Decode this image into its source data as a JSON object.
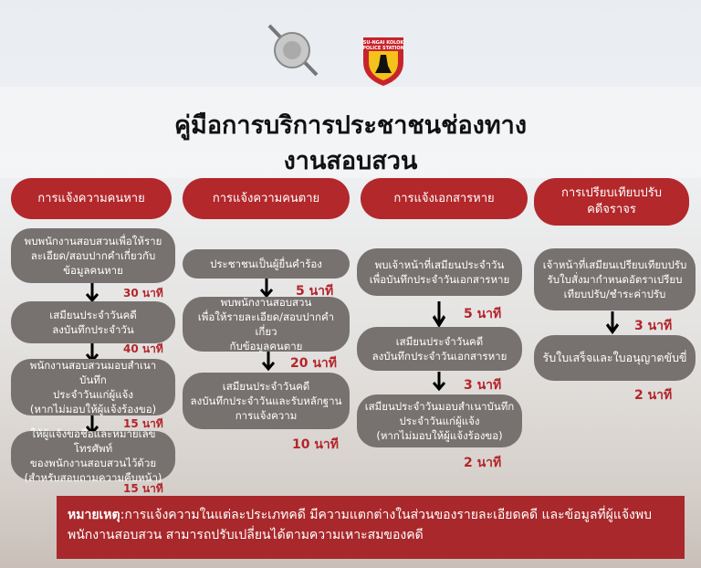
{
  "logos": {
    "station_badge_text": "SU-NGAI KOLOK POLICE STATION"
  },
  "title": {
    "line1": "คู่มือการบริการประชาชนช่องทาง",
    "line2": "งานสอบสวน"
  },
  "columns": [
    {
      "header": "การแจ้งความคนหาย",
      "steps": [
        {
          "text": "พบพนักงานสอบสวนเพื่อให้ราย\nละเอียด/สอบปากคำเกี่ยวกับ\nข้อมูลคนหาย",
          "time": "30 นาที"
        },
        {
          "text": "เสมียนประจำวันคดี\nลงบันทึกประจำวัน",
          "time": "40 นาที"
        },
        {
          "text": "พนักงานสอบสวนมอบสำเนาบันทึก\nประจำวันแก่ผู้แจ้ง\n(หากไม่มอบให้ผู้แจ้งร้องขอ)",
          "time": "15 นาที"
        },
        {
          "text": "ให้ผู้แจ้งขอชื่อและหมายเลขโทรศัพท์\nของพนักงานสอบสวนไว้ด้วย\n(สำหรับสอบถามความคืบหน้า)",
          "time": "15 นาที"
        }
      ]
    },
    {
      "header": "การแจ้งความคนตาย",
      "steps": [
        {
          "text": "ประชาชนเป็นผู้ยื่นคำร้อง",
          "time": "5 นาที"
        },
        {
          "text": "พบพนักงานสอบสวน\nเพื่อให้รายละเอียด/สอบปากคำเกี่ยว\nกับข้อมูลคนตาย",
          "time": "20 นาที"
        },
        {
          "text": "เสมียนประจำวันคดี\nลงบันทึกประจำวันและรับหลักฐาน\nการแจ้งความ",
          "time": "10 นาที"
        }
      ]
    },
    {
      "header": "การแจ้งเอกสารหาย",
      "steps": [
        {
          "text": "พบเจ้าหน้าที่เสมียนประจำวัน\nเพื่อบันทึกประจำวันเอกสารหาย",
          "time": "5 นาที"
        },
        {
          "text": "เสมียนประจำวันคดี\nลงบันทึกประจำวันเอกสารหาย",
          "time": "3 นาที"
        },
        {
          "text": "เสมียนประจำวันมอบสำเนาบันทึก\nประจำวันแก่ผู้แจ้ง\n(หากไม่มอบให้ผู้แจ้งร้องขอ)",
          "time": "2 นาที"
        }
      ]
    },
    {
      "header": "การเปรียบเทียบปรับ\nคดีจราจร",
      "steps": [
        {
          "text": "เจ้าหน้าที่เสมียนเปรียบเทียบปรับ\nรับใบสั่งมากำหนดอัตราเปรียบ\nเทียบปรับ/ชำระค่าปรับ",
          "time": "3 นาที"
        },
        {
          "text": "รับใบเสร็จและใบอนุญาตขับขี่",
          "time": "2 นาที"
        }
      ]
    }
  ],
  "note": {
    "label": "หมายเหตุ",
    "text": ":การแจ้งความในแต่ละประเภทคดี มีความแตกต่างในส่วนของรายละเอียดคดี และข้อมูลที่ผู้แจ้งพบพนักงานสอบสวน สามารถปรับเปลี่ยนได้ตามความเหาะสมของคดี"
  },
  "colors": {
    "header_red": "#b3282b",
    "step_gray": "#777270",
    "time_red": "#b3252b",
    "note_red": "#a8282b"
  }
}
